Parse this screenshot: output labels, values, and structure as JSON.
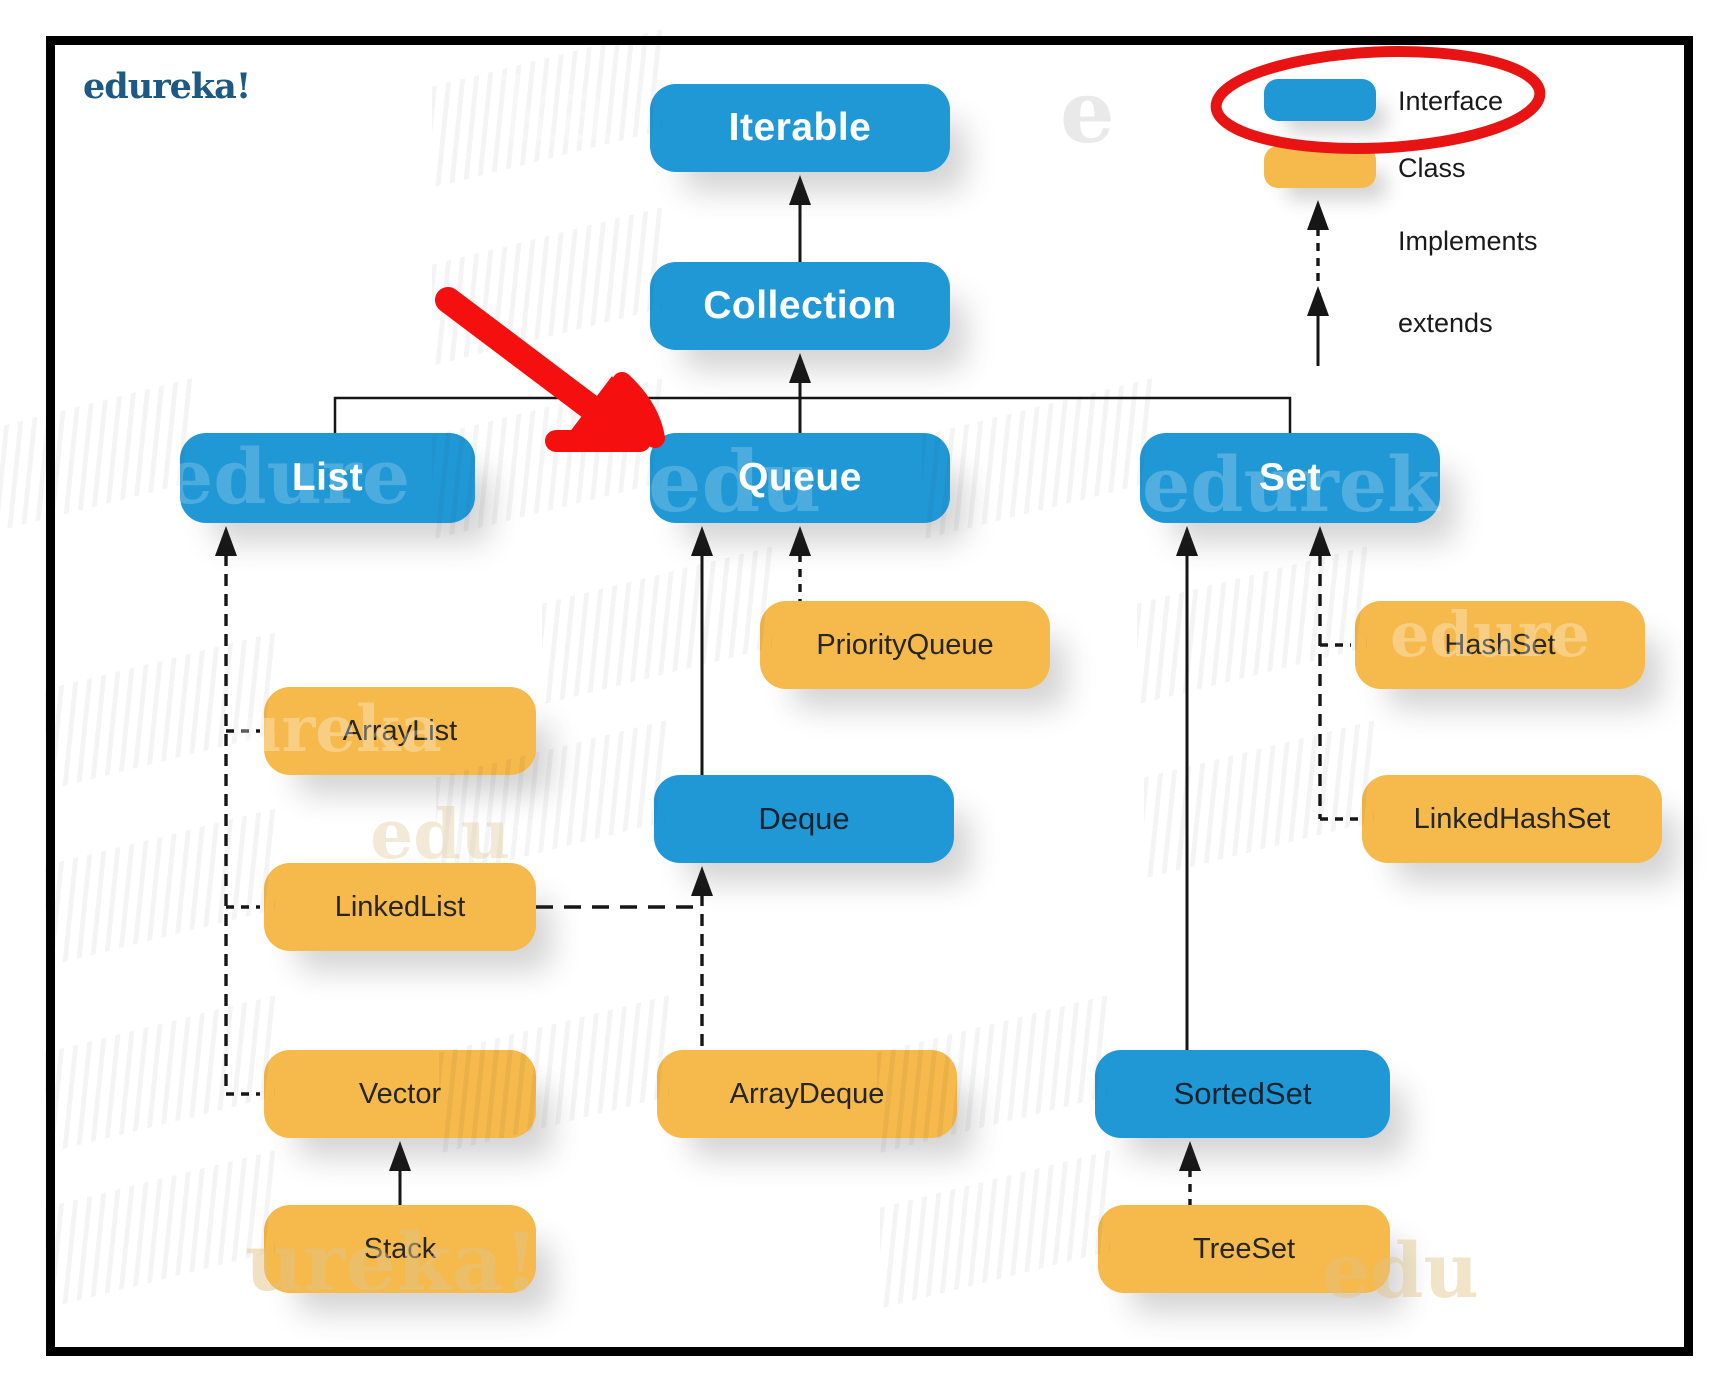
{
  "logo": {
    "text": "edureka!"
  },
  "colors": {
    "interface_fill": "#2198d6",
    "class_fill": "#f5b94c",
    "line": "#161616",
    "annotation_red": "#f50f0f",
    "logo_blue": "#1c5a83",
    "interface_text_light": "#ffffff",
    "interface_text_dark": "#15242e",
    "class_text": "#262626"
  },
  "legend": {
    "items": [
      {
        "label": "Interface",
        "marker": "interface-swatch"
      },
      {
        "label": "Class",
        "marker": "class-swatch"
      },
      {
        "label": "Implements",
        "marker": "dashed-arrow"
      },
      {
        "label": "extends",
        "marker": "solid-arrow"
      }
    ]
  },
  "nodes": {
    "iterable": {
      "label": "Iterable",
      "type": "interface"
    },
    "collection": {
      "label": "Collection",
      "type": "interface"
    },
    "list": {
      "label": "List",
      "type": "interface"
    },
    "queue": {
      "label": "Queue",
      "type": "interface"
    },
    "set": {
      "label": "Set",
      "type": "interface"
    },
    "priorityqueue": {
      "label": "PriorityQueue",
      "type": "class"
    },
    "hashset": {
      "label": "HashSet",
      "type": "class"
    },
    "arraylist": {
      "label": "ArrayList",
      "type": "class"
    },
    "deque": {
      "label": "Deque",
      "type": "interface"
    },
    "linkedhashset": {
      "label": "LinkedHashSet",
      "type": "class"
    },
    "linkedlist": {
      "label": "LinkedList",
      "type": "class"
    },
    "vector": {
      "label": "Vector",
      "type": "class"
    },
    "arraydeque": {
      "label": "ArrayDeque",
      "type": "class"
    },
    "sortedset": {
      "label": "SortedSet",
      "type": "interface"
    },
    "stack": {
      "label": "Stack",
      "type": "class"
    },
    "treeset": {
      "label": "TreeSet",
      "type": "class"
    }
  },
  "edges": [
    {
      "from": "Collection",
      "to": "Iterable",
      "relation": "extends"
    },
    {
      "from": "List",
      "to": "Collection",
      "relation": "extends"
    },
    {
      "from": "Queue",
      "to": "Collection",
      "relation": "extends"
    },
    {
      "from": "Set",
      "to": "Collection",
      "relation": "extends"
    },
    {
      "from": "ArrayList",
      "to": "List",
      "relation": "implements"
    },
    {
      "from": "LinkedList",
      "to": "List",
      "relation": "implements"
    },
    {
      "from": "Vector",
      "to": "List",
      "relation": "implements"
    },
    {
      "from": "Stack",
      "to": "Vector",
      "relation": "extends"
    },
    {
      "from": "PriorityQueue",
      "to": "Queue",
      "relation": "implements"
    },
    {
      "from": "Deque",
      "to": "Queue",
      "relation": "extends"
    },
    {
      "from": "LinkedList",
      "to": "Deque",
      "relation": "implements"
    },
    {
      "from": "ArrayDeque",
      "to": "Deque",
      "relation": "implements"
    },
    {
      "from": "HashSet",
      "to": "Set",
      "relation": "implements"
    },
    {
      "from": "LinkedHashSet",
      "to": "Set",
      "relation": "implements"
    },
    {
      "from": "SortedSet",
      "to": "Set",
      "relation": "extends"
    },
    {
      "from": "TreeSet",
      "to": "SortedSet",
      "relation": "implements"
    }
  ],
  "annotations": {
    "red_circle_around": "Interface",
    "red_arrow_points_at": "Queue"
  },
  "watermarks": [
    {
      "text": "ka"
    },
    {
      "text": "e"
    },
    {
      "text": "edure"
    },
    {
      "text": "edu"
    },
    {
      "text": "edurek"
    },
    {
      "text": "ureka"
    },
    {
      "text": "edu"
    },
    {
      "text": "ureka!"
    },
    {
      "text": "edu"
    },
    {
      "text": "edure"
    }
  ]
}
